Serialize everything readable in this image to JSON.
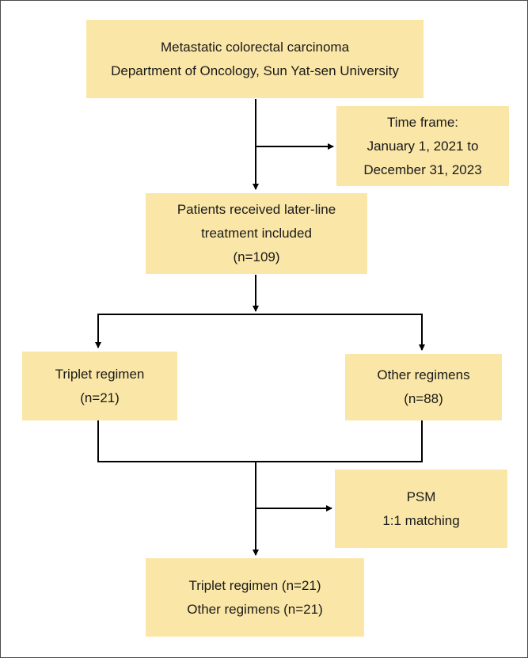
{
  "flowchart": {
    "source": {
      "line1": "Metastatic colorectal carcinoma",
      "line2": "Department of Oncology, Sun Yat-sen University"
    },
    "time_frame": {
      "line1": "Time frame:",
      "line2": "January 1, 2021 to",
      "line3": "December 31, 2023"
    },
    "included": {
      "line1": "Patients received later-line",
      "line2": "treatment included",
      "line3": "(n=109)"
    },
    "triplet": {
      "line1": "Triplet regimen",
      "line2": "(n=21)"
    },
    "other": {
      "line1": "Other regimens",
      "line2": "(n=88)"
    },
    "psm": {
      "line1": "PSM",
      "line2": "1:1 matching"
    },
    "matched": {
      "line1": "Triplet regimen (n=21)",
      "line2": "Other regimens (n=21)"
    }
  },
  "colors": {
    "box_fill": "#fae6a6",
    "line": "#000000",
    "frame": "#4a4a4a"
  }
}
